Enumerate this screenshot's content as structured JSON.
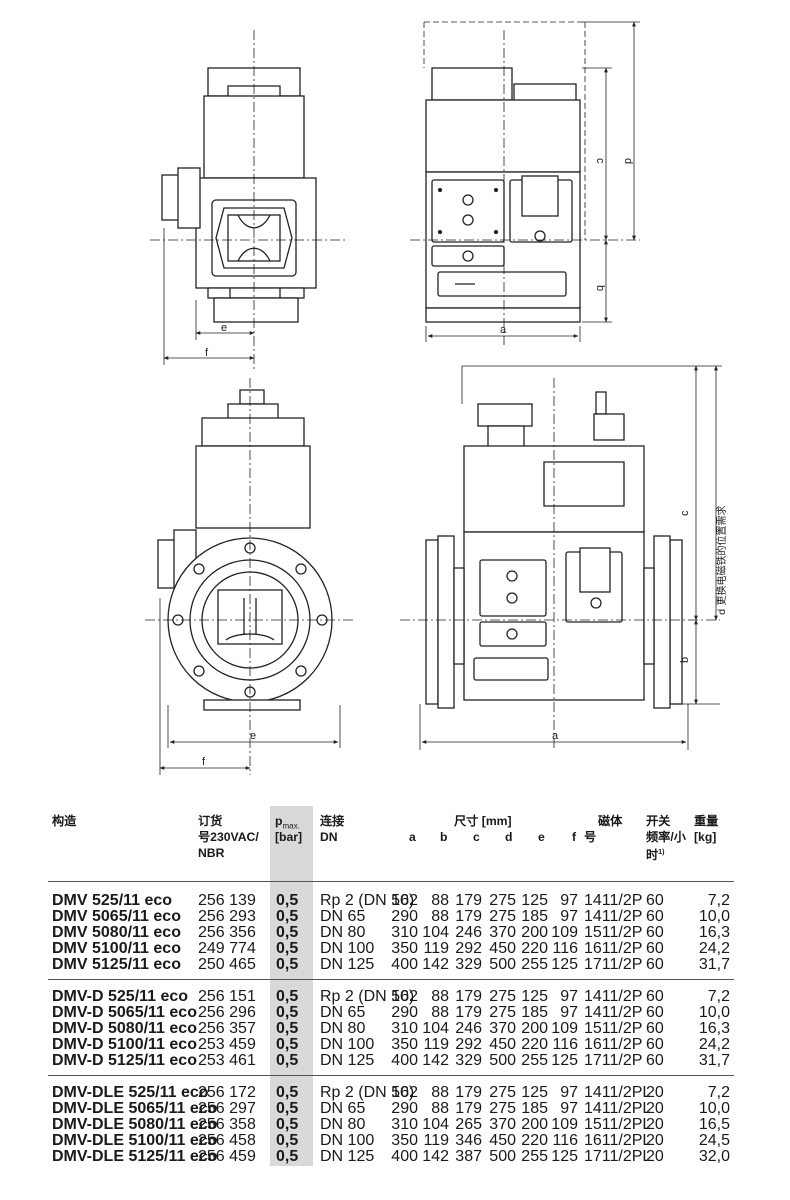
{
  "dimension_labels": {
    "a": "a",
    "b": "b",
    "c": "c",
    "d": "d",
    "e": "e",
    "f": "f"
  },
  "magnet_note": "d 更换电磁铁的位置需求",
  "table": {
    "headers": {
      "construction": "构造",
      "order_line1": "订货",
      "order_line2": "号230VAC/",
      "order_line3": "NBR",
      "p_main": "p",
      "p_sub": "max.",
      "p_unit": "[bar]",
      "conn_line1": "连接",
      "conn_line2": "DN",
      "dims_title": "尺寸 [mm]",
      "a": "a",
      "b": "b",
      "c": "c",
      "d": "d",
      "e": "e",
      "f": "f",
      "magnet_line1": "磁体",
      "magnet_line2": "号",
      "switch_line1": "开关",
      "switch_line2": "频率/小",
      "switch_line3": "时",
      "switch_sup": "1)",
      "weight_line1": "重量",
      "weight_line2": "[kg]"
    },
    "groups": [
      {
        "rows": [
          {
            "model": "DMV 525/11 eco",
            "order": "256 139",
            "p": "0,5",
            "dn": "Rp 2 (DN 50)",
            "a": "162",
            "b": "88",
            "c": "179",
            "d": "275",
            "e": "125",
            "f": "97",
            "magnet": "1411/2P",
            "freq": "60",
            "weight": "7,2"
          },
          {
            "model": "DMV 5065/11 eco",
            "order": "256 293",
            "p": "0,5",
            "dn": "DN   65",
            "a": "290",
            "b": "88",
            "c": "179",
            "d": "275",
            "e": "185",
            "f": "97",
            "magnet": "1411/2P",
            "freq": "60",
            "weight": "10,0"
          },
          {
            "model": "DMV 5080/11 eco",
            "order": "256 356",
            "p": "0,5",
            "dn": "DN   80",
            "a": "310",
            "b": "104",
            "c": "246",
            "d": "370",
            "e": "200",
            "f": "109",
            "magnet": "1511/2P",
            "freq": "60",
            "weight": "16,3"
          },
          {
            "model": "DMV 5100/11 eco",
            "order": "249 774",
            "p": "0,5",
            "dn": "DN 100",
            "a": "350",
            "b": "119",
            "c": "292",
            "d": "450",
            "e": "220",
            "f": "116",
            "magnet": "1611/2P",
            "freq": "60",
            "weight": "24,2"
          },
          {
            "model": "DMV 5125/11 eco",
            "order": "250 465",
            "p": "0,5",
            "dn": "DN 125",
            "a": "400",
            "b": "142",
            "c": "329",
            "d": "500",
            "e": "255",
            "f": "125",
            "magnet": "1711/2P",
            "freq": "60",
            "weight": "31,7"
          }
        ]
      },
      {
        "rows": [
          {
            "model": "DMV-D 525/11 eco",
            "order": "256 151",
            "p": "0,5",
            "dn": "Rp 2 (DN 50)",
            "a": "162",
            "b": "88",
            "c": "179",
            "d": "275",
            "e": "125",
            "f": "97",
            "magnet": "1411/2P",
            "freq": "60",
            "weight": "7,2"
          },
          {
            "model": "DMV-D 5065/11 eco",
            "order": "256 296",
            "p": "0,5",
            "dn": "DN   65",
            "a": "290",
            "b": "88",
            "c": "179",
            "d": "275",
            "e": "185",
            "f": "97",
            "magnet": "1411/2P",
            "freq": "60",
            "weight": "10,0"
          },
          {
            "model": "DMV-D 5080/11 eco",
            "order": "256 357",
            "p": "0,5",
            "dn": "DN   80",
            "a": "310",
            "b": "104",
            "c": "246",
            "d": "370",
            "e": "200",
            "f": "109",
            "magnet": "1511/2P",
            "freq": "60",
            "weight": "16,3"
          },
          {
            "model": "DMV-D 5100/11 eco",
            "order": "253 459",
            "p": "0,5",
            "dn": "DN 100",
            "a": "350",
            "b": "119",
            "c": "292",
            "d": "450",
            "e": "220",
            "f": "116",
            "magnet": "1611/2P",
            "freq": "60",
            "weight": "24,2"
          },
          {
            "model": "DMV-D 5125/11 eco",
            "order": "253 461",
            "p": "0,5",
            "dn": "DN 125",
            "a": "400",
            "b": "142",
            "c": "329",
            "d": "500",
            "e": "255",
            "f": "125",
            "magnet": "1711/2P",
            "freq": "60",
            "weight": "31,7"
          }
        ]
      },
      {
        "rows": [
          {
            "model": "DMV-DLE 525/11 eco",
            "order": "256 172",
            "p": "0,5",
            "dn": "Rp 2 (DN 50)",
            "a": "162",
            "b": "88",
            "c": "179",
            "d": "275",
            "e": "125",
            "f": "97",
            "magnet": "1411/2PL",
            "freq": "20",
            "weight": "7,2"
          },
          {
            "model": "DMV-DLE 5065/11 eco",
            "order": "256 297",
            "p": "0,5",
            "dn": "DN   65",
            "a": "290",
            "b": "88",
            "c": "179",
            "d": "275",
            "e": "185",
            "f": "97",
            "magnet": "1411/2PL",
            "freq": "20",
            "weight": "10,0"
          },
          {
            "model": "DMV-DLE 5080/11 eco",
            "order": "256 358",
            "p": "0,5",
            "dn": "DN   80",
            "a": "310",
            "b": "104",
            "c": "265",
            "d": "370",
            "e": "200",
            "f": "109",
            "magnet": "1511/2PL",
            "freq": "20",
            "weight": "16,5"
          },
          {
            "model": "DMV-DLE 5100/11 eco",
            "order": "256 458",
            "p": "0,5",
            "dn": "DN 100",
            "a": "350",
            "b": "119",
            "c": "346",
            "d": "450",
            "e": "220",
            "f": "116",
            "magnet": "1611/2PL",
            "freq": "20",
            "weight": "24,5"
          },
          {
            "model": "DMV-DLE 5125/11 eco",
            "order": "256 459",
            "p": "0,5",
            "dn": "DN 125",
            "a": "400",
            "b": "142",
            "c": "387",
            "d": "500",
            "e": "255",
            "f": "125",
            "magnet": "1711/2PL",
            "freq": "20",
            "weight": "32,0"
          }
        ]
      }
    ]
  }
}
